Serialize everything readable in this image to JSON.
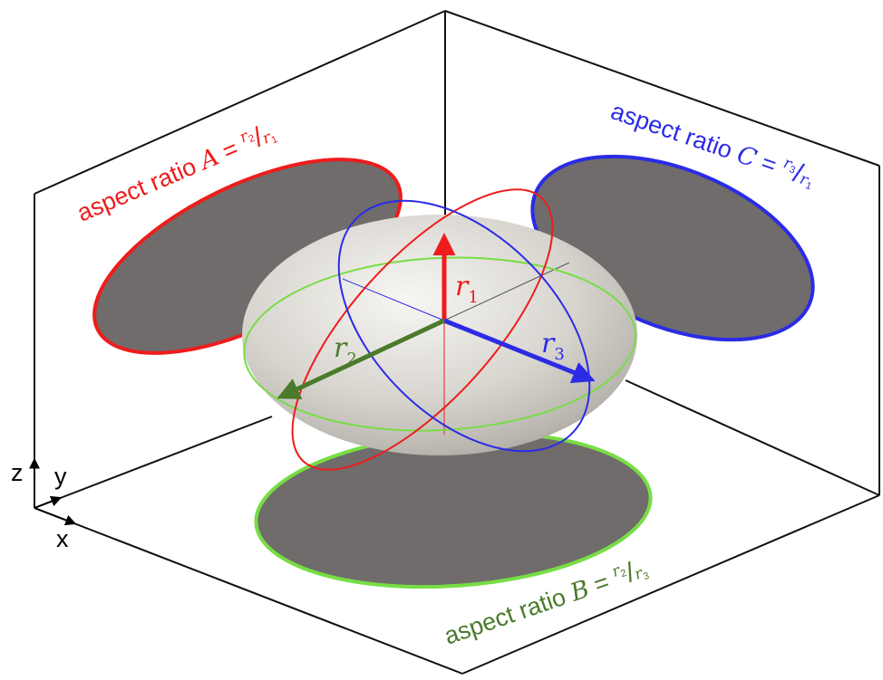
{
  "labels": {
    "A": {
      "prefix": "aspect ratio ",
      "var": "A",
      "eq": " = ",
      "num": "r",
      "num_sub": "2",
      "slash": "/",
      "den": "r",
      "den_sub": "1"
    },
    "C": {
      "prefix": "aspect ratio ",
      "var": "C",
      "eq": " = ",
      "num": "r",
      "num_sub": "3",
      "slash": "/",
      "den": "r",
      "den_sub": "1"
    },
    "B": {
      "prefix": "aspect ratio ",
      "var": "B",
      "eq": " = ",
      "num": "r",
      "num_sub": "2",
      "slash": "/",
      "den": "r",
      "den_sub": "3"
    }
  },
  "radii": {
    "r1": {
      "base": "r",
      "sub": "1"
    },
    "r2": {
      "base": "r",
      "sub": "2"
    },
    "r3": {
      "base": "r",
      "sub": "3"
    }
  },
  "axes": {
    "z": "z",
    "y": "y",
    "x": "x"
  },
  "colors": {
    "red": "#ee1c1c",
    "blue": "#2b2be6",
    "green_light": "#77dd44",
    "green_dark": "#4a7a2a",
    "shadow_fill": "#6f6c6b",
    "ellipsoid": "#dcdad6",
    "frame": "#111111"
  }
}
